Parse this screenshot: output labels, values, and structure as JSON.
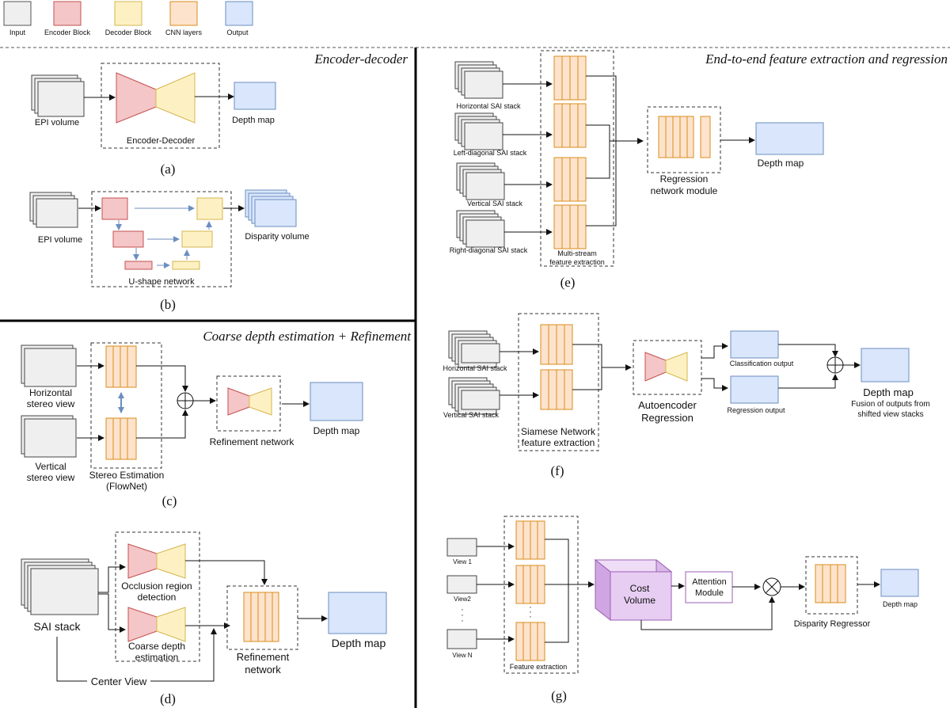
{
  "colors": {
    "input": "#efefef",
    "encoder": "#f4c6c8",
    "decoder": "#fdf1c4",
    "cnn": "#fde3cc",
    "output": "#d9e6fb",
    "encoder_stroke": "#c4504f",
    "decoder_stroke": "#d6b64f",
    "cnn_stroke": "#d98c1d",
    "output_stroke": "#6c8ebf",
    "cost_volume": "#e7cdf2",
    "cost_volume_stroke": "#9b5fb5",
    "link_arrow": "#6c8ebf"
  },
  "legend": [
    {
      "label": "Input",
      "key": "input"
    },
    {
      "label": "Encoder Block",
      "key": "encoder"
    },
    {
      "label": "Decoder Block",
      "key": "decoder"
    },
    {
      "label": "CNN layers",
      "key": "cnn"
    },
    {
      "label": "Output",
      "key": "output"
    }
  ],
  "sections": {
    "encoder_decoder": "Encoder-decoder",
    "coarse_refine": "Coarse depth estimation + Refinement",
    "end_to_end": "End-to-end feature extraction and regression"
  },
  "a": {
    "input": "EPI volume",
    "network": "Encoder-Decoder",
    "output": "Depth map",
    "caption": "(a)"
  },
  "b": {
    "input": "EPI volume",
    "network": "U-shape network",
    "output": "Disparity volume",
    "caption": "(b)"
  },
  "c": {
    "input1_line1": "Horizontal",
    "input1_line2": "stereo view",
    "input2_line1": "Vertical",
    "input2_line2": "stereo view",
    "stereo_line1": "Stereo Estimation",
    "stereo_line2": "(FlowNet)",
    "refinement": "Refinement network",
    "output": "Depth map",
    "caption": "(c)"
  },
  "d": {
    "input": "SAI stack",
    "occlusion_line1": "Occlusion region",
    "occlusion_line2": "detection",
    "coarse_line1": "Coarse depth",
    "coarse_line2": "estimation",
    "refinement_line1": "Refinement",
    "refinement_line2": "network",
    "output": "Depth map",
    "center_view": "Center View",
    "caption": "(d)"
  },
  "e": {
    "inputs": [
      "Horizontal SAI stack",
      "Left-diagonal SAI stack",
      "Vertical SAI stack",
      "Right-diagonal SAI stack"
    ],
    "multistream_line1": "Multi-stream",
    "multistream_line2": "feature extraction",
    "regression_line1": "Regression",
    "regression_line2": "network module",
    "output": "Depth map",
    "caption": "(e)"
  },
  "f": {
    "inputs": [
      "Horizontal SAI stack",
      "Vertical SAI stack"
    ],
    "siamese_line1": "Siamese Network",
    "siamese_line2": "feature extraction",
    "autoencoder_line1": "Autoencoder",
    "autoencoder_line2": "Regression",
    "classification": "Classification output",
    "regression": "Regression output",
    "output": "Depth map",
    "fusion_line1": "Fusion of outputs from",
    "fusion_line2": "shifted view stacks",
    "caption": "(f)"
  },
  "g": {
    "views": [
      "View 1",
      "View2",
      "View N"
    ],
    "feature": "Feature extraction",
    "cost_line1": "Cost",
    "cost_line2": "Volume",
    "attention_line1": "Attention",
    "attention_line2": "Module",
    "regressor": "Disparity Regressor",
    "output": "Depth map",
    "caption": "(g)"
  }
}
